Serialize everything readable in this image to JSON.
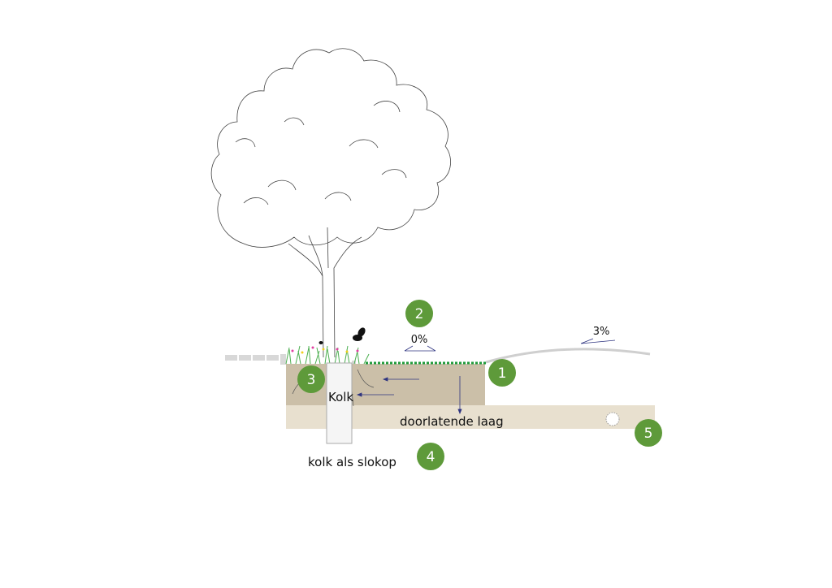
{
  "labels": {
    "kolk": "Kolk",
    "doorlatende_laag": "doorlatende laag",
    "kolk_als_slokop": "kolk als slokop",
    "slope_flat": "0%",
    "slope_curve": "3%"
  },
  "markers": [
    "1",
    "2",
    "3",
    "4",
    "5"
  ],
  "colors": {
    "marker": "#5e9a3a",
    "soil": "#cbbfa8",
    "permeable_layer": "#e8e0cf",
    "arrow": "#2e3480",
    "grass_edge": "#1f9a3a"
  }
}
